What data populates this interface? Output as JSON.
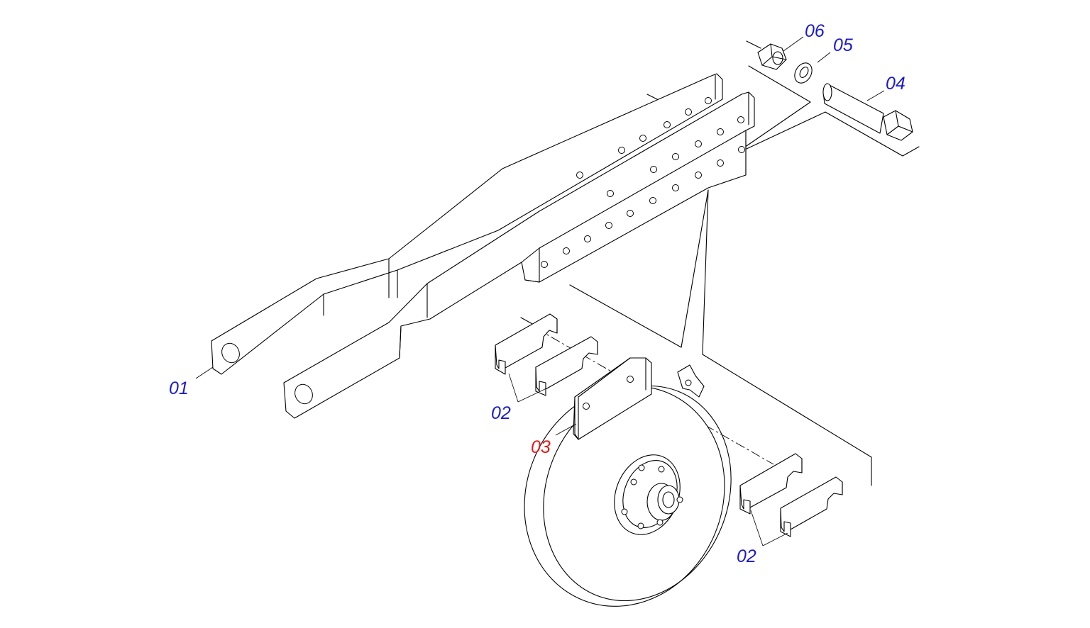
{
  "diagram": {
    "colors": {
      "line": "#000000",
      "callout_default": "#1a1acc",
      "callout_highlight": "#e01b1b",
      "background": "#ffffff"
    },
    "callouts": [
      {
        "id": "01",
        "label": "01",
        "color": "#1a1acc"
      },
      {
        "id": "02a",
        "label": "02",
        "color": "#1a1acc"
      },
      {
        "id": "02b",
        "label": "02",
        "color": "#1a1acc"
      },
      {
        "id": "03",
        "label": "03",
        "color": "#e01b1b"
      },
      {
        "id": "04",
        "label": "04",
        "color": "#1a1acc"
      },
      {
        "id": "05",
        "label": "05",
        "color": "#1a1acc"
      },
      {
        "id": "06",
        "label": "06",
        "color": "#1a1acc"
      }
    ]
  }
}
